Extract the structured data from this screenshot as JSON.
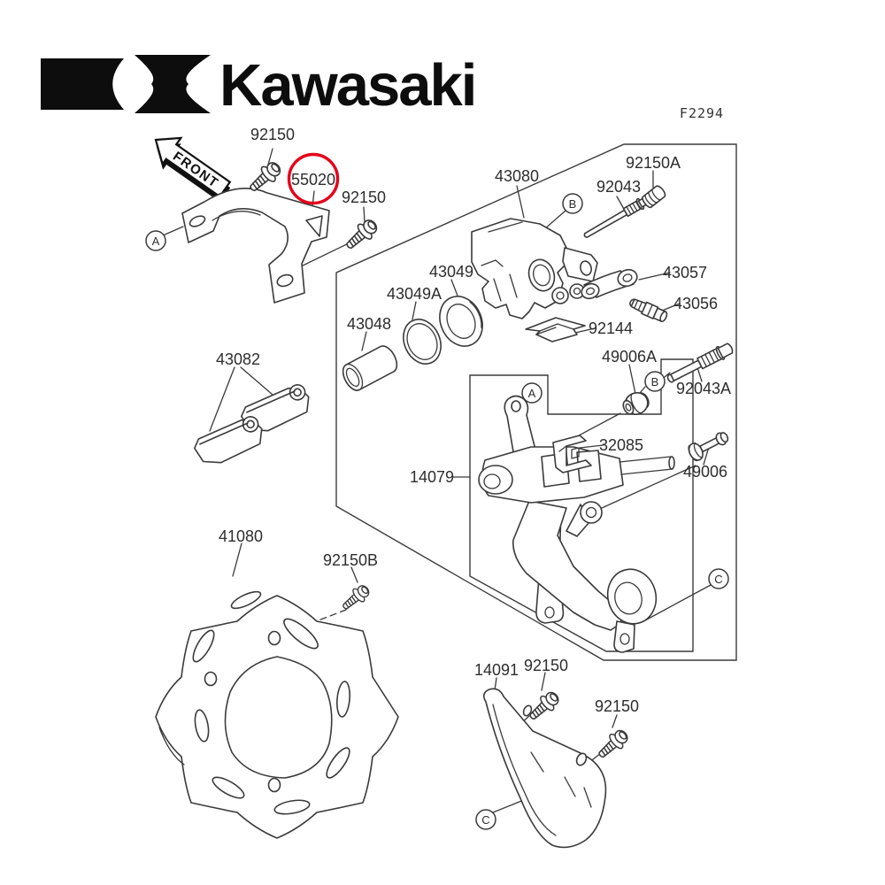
{
  "brand": {
    "wordmark": "Kawasaki",
    "symbol": "kawasaki-river-mark"
  },
  "diagram": {
    "figure_code": "F2294",
    "front_label": "FRONT",
    "highlighted_part": "55020",
    "colors": {
      "line": "#3a3a3a",
      "highlight": "#e50019",
      "logo": "#0d0d0d",
      "background": "#ffffff"
    },
    "part_labels": [
      "92150",
      "55020",
      "92150",
      "43080",
      "92150A",
      "92043",
      "43057",
      "43056",
      "92144",
      "49006A",
      "92043A",
      "43049",
      "43049A",
      "43048",
      "43082",
      "32085",
      "14079",
      "49006",
      "41080",
      "92150B",
      "14091",
      "92150",
      "92150"
    ],
    "ref_bubbles": [
      "A",
      "B",
      "A",
      "B",
      "C",
      "C"
    ]
  }
}
